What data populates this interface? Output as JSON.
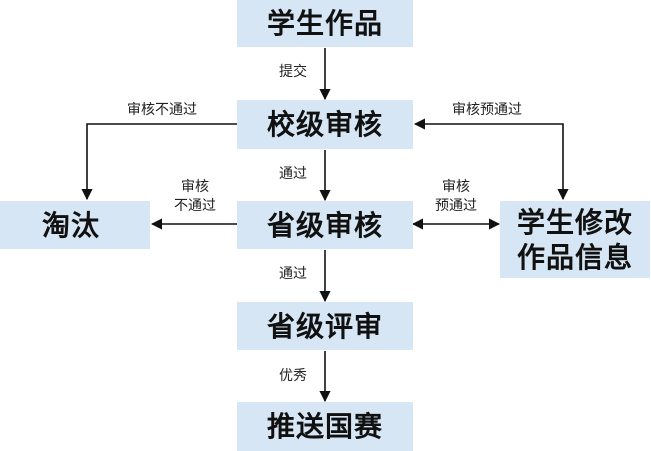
{
  "nodes": {
    "student_work": "学生作品",
    "school_review": "校级审核",
    "province_review": "省级审核",
    "province_judging": "省级评审",
    "national": "推送国赛",
    "eliminated": "淘汰",
    "revise_line1": "学生修改",
    "revise_line2": "作品信息"
  },
  "edges": {
    "submit": "提交",
    "school_pass": "通过",
    "province_pass": "通过",
    "excellent": "优秀",
    "school_reject": "审核不通过",
    "province_reject_line1": "审核",
    "province_reject_line2": "不通过",
    "school_prepass": "审核预通过",
    "province_prepass_line1": "审核",
    "province_prepass_line2": "预通过"
  },
  "colors": {
    "node_fill": "#d6e6f4",
    "arrow": "#111111"
  }
}
